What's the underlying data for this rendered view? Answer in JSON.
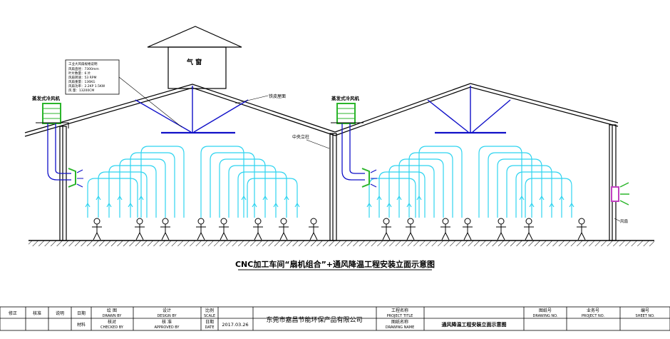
{
  "drawing": {
    "title": "CNC加工车间“扇机组合”+通风降温工程安装立面示意图",
    "labels": {
      "skylight": "气 窗",
      "roof_sheet": "铁皮屋面",
      "center_column": "中央立柱",
      "cooler_left": "蒸发式冷风机",
      "cooler_right": "蒸发式冷风机",
      "fan_right": "风扇"
    },
    "spec_box": {
      "title": "工业大风扇规格说明",
      "lines": [
        "风扇直径：7300mm",
        "叶片数量：6 片",
        "风扇转速：53 RPM",
        "风扇重量：136KG",
        "风扇功率：2.2KP 1.5KW",
        "风  量：13200CM"
      ]
    }
  },
  "title_block": {
    "row1": {
      "modify": "修正",
      "review": "核准",
      "explain": "说明",
      "date": "日期",
      "drawn_cn": "绘 图",
      "drawn_en": "DRAWN BY",
      "design_cn": "设计",
      "design_en": "DESIGN BY",
      "scale_cn": "比例",
      "scale_en": "SCALE",
      "project_title_cn": "工程名称",
      "project_title_en": "PROJECT TITLE",
      "drawing_no_cn": "图纸号",
      "drawing_no_en": "DRAWING NO.",
      "project_no_cn": "业务号",
      "project_no_en": "PROJECT NO.",
      "sheet_no_cn": "编号",
      "sheet_no_en": "SHEET NO."
    },
    "row2": {
      "material": "材料",
      "check_cn": "核对",
      "check_en": "CHECKED BY",
      "approve_cn": "核 准",
      "approve_en": "APPROVED BY",
      "date_cn": "日期",
      "date_en": "DATE",
      "date_value": "2017.03.26",
      "drawing_name_cn": "图纸名称",
      "drawing_name_en": "DRAWING NAME",
      "drawing_name_value": "通风降温工程安装立面示意图"
    },
    "company": "东莞市嘉昌节能环保产品有限公司"
  },
  "colors": {
    "line": "#000000",
    "fan_blue": "#1010c8",
    "airflow_cyan": "#2fd4f0",
    "cooler_green": "#2bb52b",
    "fan_purple": "#c040c0"
  }
}
